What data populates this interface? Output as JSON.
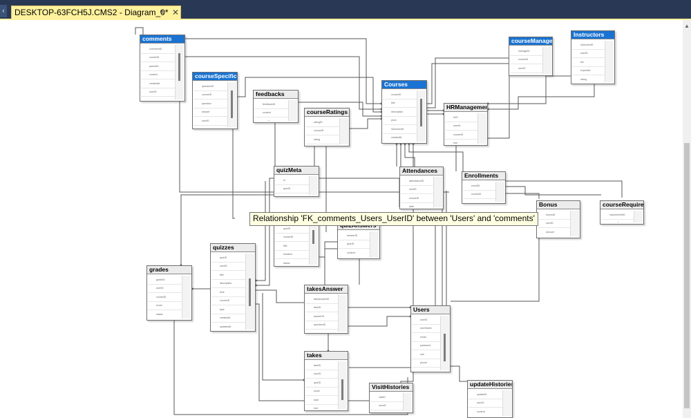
{
  "window": {
    "tab_title": "DESKTOP-63FCH5J.CMS2 - Diagram_0*",
    "pin_icon": "pin-icon",
    "close_icon": "close-icon"
  },
  "tooltip": "Relationship 'FK_comments_Users_UserID' between 'Users' and 'comments'",
  "tables": {
    "comments": {
      "name": "comments",
      "selected": true
    },
    "courseSpecificQu": {
      "name": "courseSpecificQu",
      "selected": true
    },
    "feedbacks": {
      "name": "feedbacks",
      "selected": false
    },
    "courseRatings": {
      "name": "courseRatings",
      "selected": false
    },
    "Courses": {
      "name": "Courses",
      "selected": true
    },
    "HRManagements": {
      "name": "HRManagements",
      "selected": false
    },
    "courseManagem": {
      "name": "courseManagem",
      "selected": true
    },
    "Instructors": {
      "name": "Instructors",
      "selected": true
    },
    "quizMeta": {
      "name": "quizMeta",
      "selected": false
    },
    "Attendances": {
      "name": "Attendances",
      "selected": false
    },
    "Enrollments": {
      "name": "Enrollments",
      "selected": false
    },
    "Bonus": {
      "name": "Bonus",
      "selected": false
    },
    "courseRequireme": {
      "name": "courseRequireme",
      "selected": false
    },
    "quizAnswers": {
      "name": "quizAnswers",
      "selected": false
    },
    "quizzes": {
      "name": "quizzes",
      "selected": false
    },
    "grades": {
      "name": "grades",
      "selected": false
    },
    "takesAnswer": {
      "name": "takesAnswer",
      "selected": false
    },
    "Users": {
      "name": "Users",
      "selected": false
    },
    "takes": {
      "name": "takes",
      "selected": false
    },
    "VisitHistories": {
      "name": "VisitHistories",
      "selected": false
    },
    "updateHistories": {
      "name": "updateHistories",
      "selected": false
    }
  }
}
